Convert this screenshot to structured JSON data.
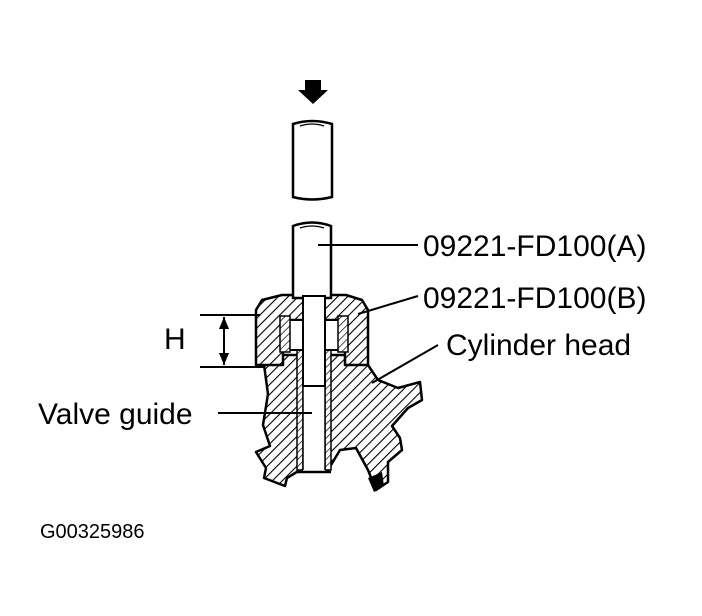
{
  "labels": {
    "tool_a": "09221-FD100(A)",
    "tool_b": "09221-FD100(B)",
    "cylinder_head": "Cylinder head",
    "valve_guide": "Valve guide",
    "dimension_h": "H"
  },
  "figure_code": "G00325986"
}
